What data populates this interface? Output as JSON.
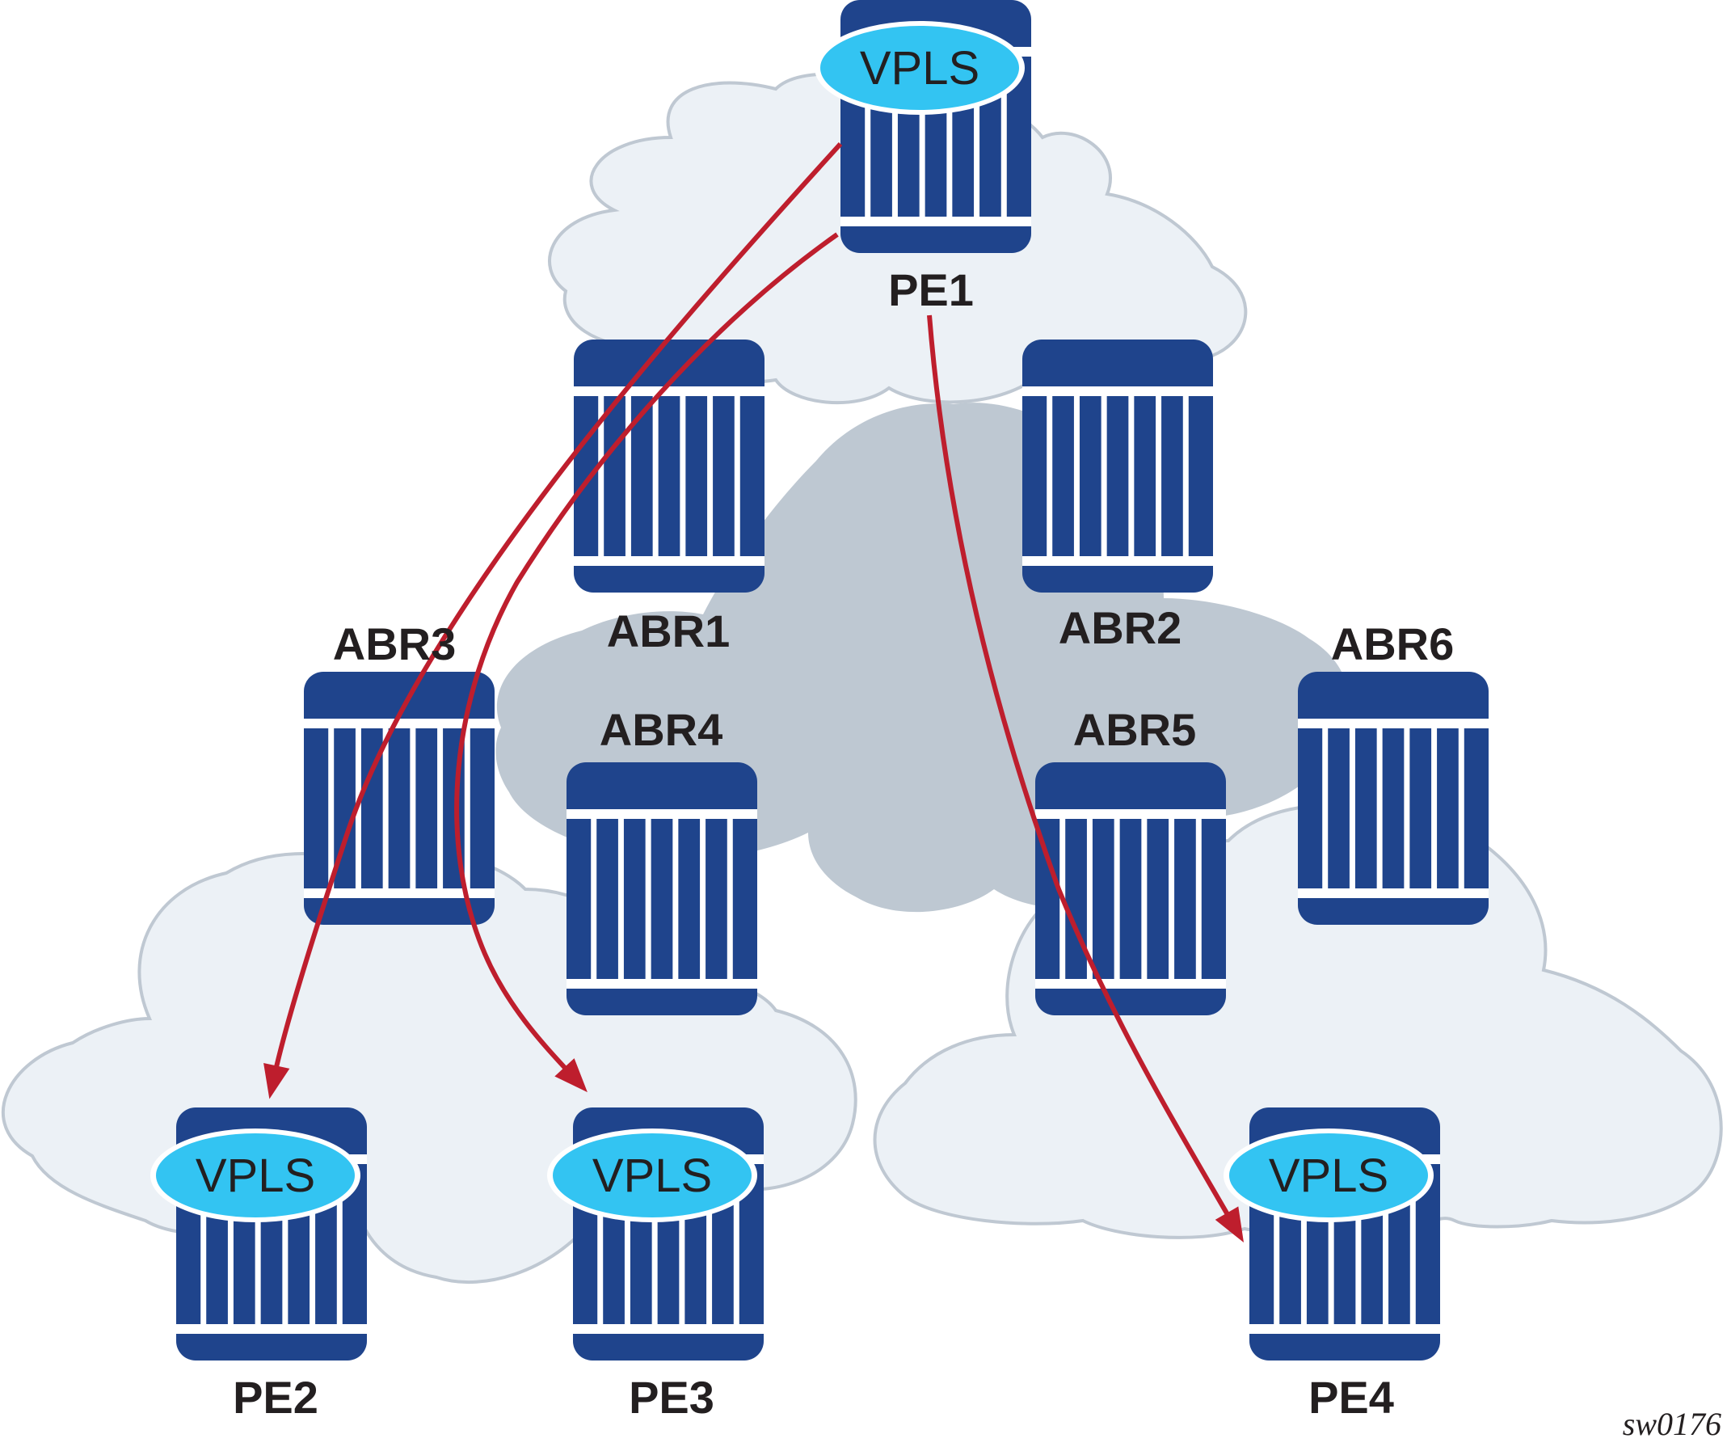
{
  "colors": {
    "router_fill": "#1f448c",
    "router_stripe": "#ffffff",
    "vpls_fill": "#33c4f2",
    "vpls_text": "#231f20",
    "arrow": "#be1e2d",
    "cloud_light_fill": "#ecf1f6",
    "cloud_light_stroke": "#bfc8d2",
    "cloud_core_fill": "#bec8d2",
    "label": "#231f20"
  },
  "nodes": [
    {
      "id": "PE1",
      "label": "PE1",
      "type": "pe",
      "vpls": "VPLS"
    },
    {
      "id": "ABR1",
      "label": "ABR1",
      "type": "abr"
    },
    {
      "id": "ABR2",
      "label": "ABR2",
      "type": "abr"
    },
    {
      "id": "ABR3",
      "label": "ABR3",
      "type": "abr"
    },
    {
      "id": "ABR4",
      "label": "ABR4",
      "type": "abr"
    },
    {
      "id": "ABR5",
      "label": "ABR5",
      "type": "abr"
    },
    {
      "id": "ABR6",
      "label": "ABR6",
      "type": "abr"
    },
    {
      "id": "PE2",
      "label": "PE2",
      "type": "pe",
      "vpls": "VPLS"
    },
    {
      "id": "PE3",
      "label": "PE3",
      "type": "pe",
      "vpls": "VPLS"
    },
    {
      "id": "PE4",
      "label": "PE4",
      "type": "pe",
      "vpls": "VPLS"
    }
  ],
  "links": [
    {
      "from": "PE1",
      "to": "PE2",
      "directed": true
    },
    {
      "from": "PE1",
      "to": "PE3",
      "directed": true
    },
    {
      "from": "PE1",
      "to": "PE4",
      "directed": true
    }
  ],
  "clouds": [
    {
      "id": "top-area",
      "style": "light"
    },
    {
      "id": "core-area",
      "style": "core"
    },
    {
      "id": "bottom-left-area",
      "style": "light"
    },
    {
      "id": "bottom-right-area",
      "style": "light"
    }
  ],
  "figure_id": "sw0176"
}
